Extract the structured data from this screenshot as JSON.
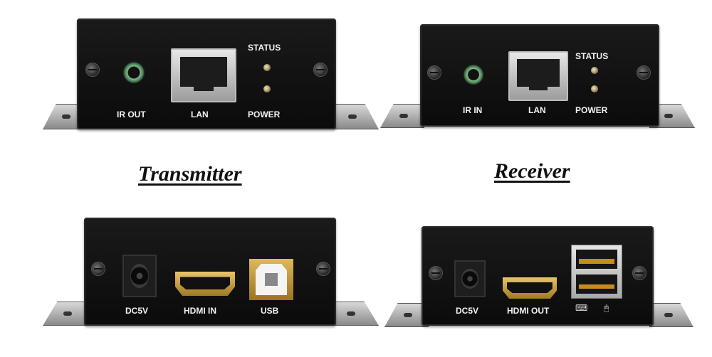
{
  "captions": {
    "transmitter": "Transmitter",
    "receiver": "Receiver"
  },
  "transmitter_front": {
    "ir": "IR OUT",
    "lan": "LAN",
    "status": "STATUS",
    "power": "POWER"
  },
  "receiver_front": {
    "ir": "IR IN",
    "lan": "LAN",
    "status": "STATUS",
    "power": "POWER"
  },
  "transmitter_rear": {
    "dc": "DC5V",
    "hdmi": "HDMI IN",
    "usb": "USB"
  },
  "receiver_rear": {
    "dc": "DC5V",
    "hdmi": "HDMI OUT",
    "keyboard_icon": "keyboard-icon",
    "mouse_icon": "mouse-icon"
  },
  "colors": {
    "panel": "#111111",
    "label": "#f2f2f2",
    "hdmi_gold": "#d4a943",
    "ir_jack_ring": "#7fbf8a"
  }
}
